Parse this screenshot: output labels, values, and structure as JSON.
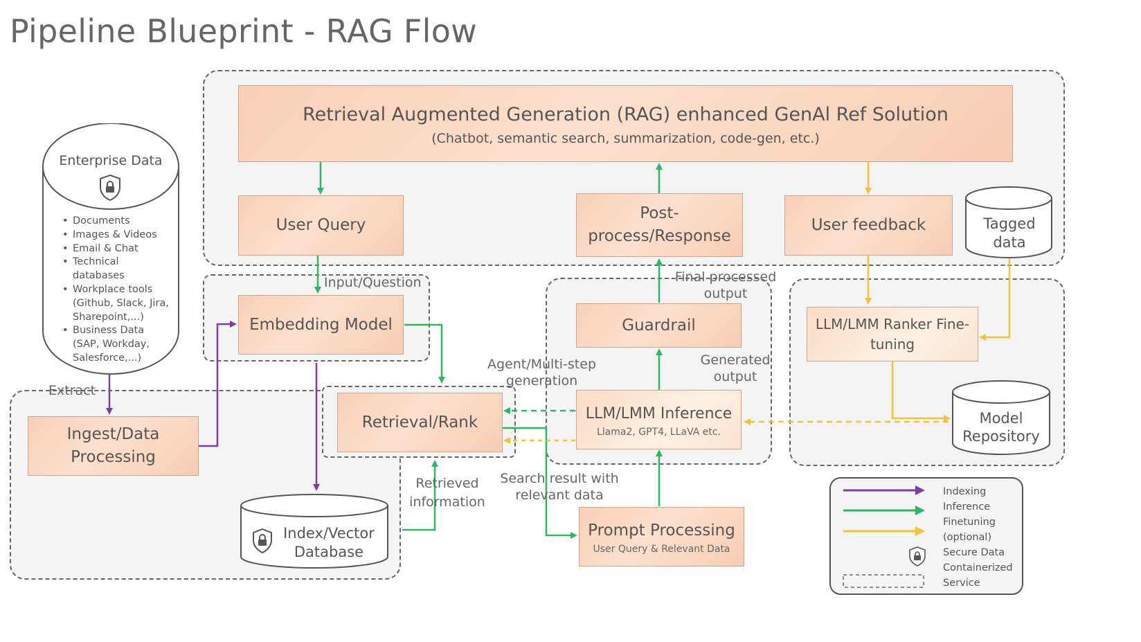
{
  "title": "Pipeline Blueprint - RAG Flow",
  "rag": {
    "title": "Retrieval Augmented Generation (RAG) enhanced GenAl Ref Solution",
    "subtitle": "(Chatbot, semantic search, summarization, code-gen, etc.)"
  },
  "enterprise": {
    "title": "Enterprise Data",
    "items": [
      "Documents",
      "Images & Videos",
      "Email & Chat",
      "Technical databases",
      "Workplace tools (Github, Slack, Jira, Sharepoint,...)",
      "Business Data (SAP, Workday, Salesforce,...)"
    ]
  },
  "boxes": {
    "user_query": "User Query",
    "post_process": "Post-process/Response",
    "user_feedback": "User feedback",
    "tagged_data": "Tagged data",
    "embedding_model": "Embedding Model",
    "guardrail": "Guardrail",
    "ranker": "LLM/LMM Ranker Fine-tuning",
    "retrieval_rank": "Retrieval/Rank",
    "llm_inference": "LLM/LMM Inference",
    "llm_inference_sub": "Llama2, GPT4, LLaVA etc.",
    "model_repository": "Model Repository",
    "ingest": "Ingest/Data Processing",
    "index_db": "Index/Vector Database",
    "prompt_processing": "Prompt Processing",
    "prompt_processing_sub": "User Query & Relevant Data"
  },
  "labels": {
    "input_question": "Input/Question",
    "final_processed": "Final processed output",
    "generated_output": "Generated output",
    "agent_multistep": "Agent/Multi-step generation",
    "extract": "Extract",
    "retrieved_information": "Retrieved information",
    "search_result": "Search result with relevant data"
  },
  "legend": {
    "indexing": "Indexing",
    "inference": "Inference",
    "finetuning": "Finetuning (optional)",
    "secure": "Secure Data",
    "containerized": "Containerized Service"
  },
  "colors": {
    "indexing": "#7b3fa8",
    "inference": "#2cb860",
    "finetuning": "#f4c430",
    "box_fill": "#f9cfb6"
  },
  "icons": {
    "secure": "lock-shield-icon"
  }
}
